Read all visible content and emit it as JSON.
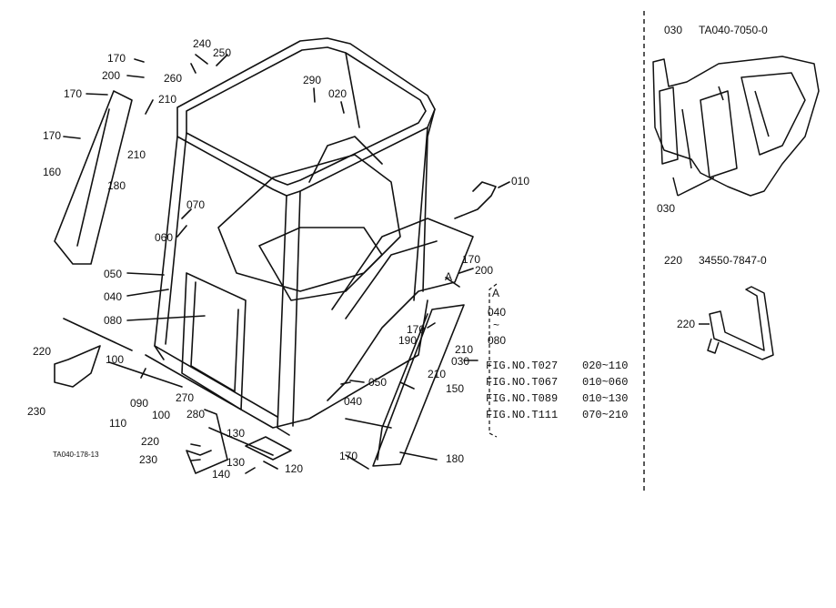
{
  "diagram": {
    "drawing_code": "TA040-178-13",
    "callouts": [
      {
        "id": "c240",
        "label": "240"
      },
      {
        "id": "c250",
        "label": "250"
      },
      {
        "id": "c260",
        "label": "260"
      },
      {
        "id": "c170a",
        "label": "170"
      },
      {
        "id": "c200a",
        "label": "200"
      },
      {
        "id": "c170b",
        "label": "170"
      },
      {
        "id": "c210a",
        "label": "210"
      },
      {
        "id": "c170c",
        "label": "170"
      },
      {
        "id": "c210b",
        "label": "210"
      },
      {
        "id": "c160",
        "label": "160"
      },
      {
        "id": "c180a",
        "label": "180"
      },
      {
        "id": "c290",
        "label": "290"
      },
      {
        "id": "c020",
        "label": "020"
      },
      {
        "id": "c010",
        "label": "010"
      },
      {
        "id": "c070",
        "label": "070"
      },
      {
        "id": "c060",
        "label": "060"
      },
      {
        "id": "c050a",
        "label": "050"
      },
      {
        "id": "c040a",
        "label": "040"
      },
      {
        "id": "c080",
        "label": "080"
      },
      {
        "id": "c220a",
        "label": "220"
      },
      {
        "id": "c100a",
        "label": "100"
      },
      {
        "id": "c090",
        "label": "090"
      },
      {
        "id": "c100b",
        "label": "100"
      },
      {
        "id": "c270",
        "label": "270"
      },
      {
        "id": "c110",
        "label": "110"
      },
      {
        "id": "c230a",
        "label": "230"
      },
      {
        "id": "c280",
        "label": "280"
      },
      {
        "id": "c220b",
        "label": "220"
      },
      {
        "id": "c230b",
        "label": "230"
      },
      {
        "id": "c130a",
        "label": "130"
      },
      {
        "id": "c130b",
        "label": "130"
      },
      {
        "id": "c140",
        "label": "140"
      },
      {
        "id": "c120",
        "label": "120"
      },
      {
        "id": "c170d",
        "label": "170"
      },
      {
        "id": "c190",
        "label": "190"
      },
      {
        "id": "c170e",
        "label": "170"
      },
      {
        "id": "c200b",
        "label": "200"
      },
      {
        "id": "cA",
        "label": "A"
      },
      {
        "id": "c210c",
        "label": "210"
      },
      {
        "id": "c210d",
        "label": "210"
      },
      {
        "id": "c030",
        "label": "030"
      },
      {
        "id": "c050b",
        "label": "050"
      },
      {
        "id": "c040b",
        "label": "040"
      },
      {
        "id": "c150",
        "label": "150"
      },
      {
        "id": "c170f",
        "label": "170"
      },
      {
        "id": "c180b",
        "label": "180"
      }
    ],
    "bracket_labels": {
      "a": "A",
      "top": "040",
      "bottom": "080"
    },
    "fig_refs": [
      {
        "fig": "FIG.NO.T027",
        "range": "020~110"
      },
      {
        "fig": "FIG.NO.T067",
        "range": "010~060"
      },
      {
        "fig": "FIG.NO.T089",
        "range": "010~130"
      },
      {
        "fig": "FIG.NO.T111",
        "range": "070~210"
      }
    ]
  },
  "sidebar": {
    "part1": {
      "num": "030",
      "code": "TA040-7050-0",
      "callout": "030"
    },
    "part2": {
      "num": "220",
      "code": "34550-7847-0",
      "callout": "220"
    }
  }
}
